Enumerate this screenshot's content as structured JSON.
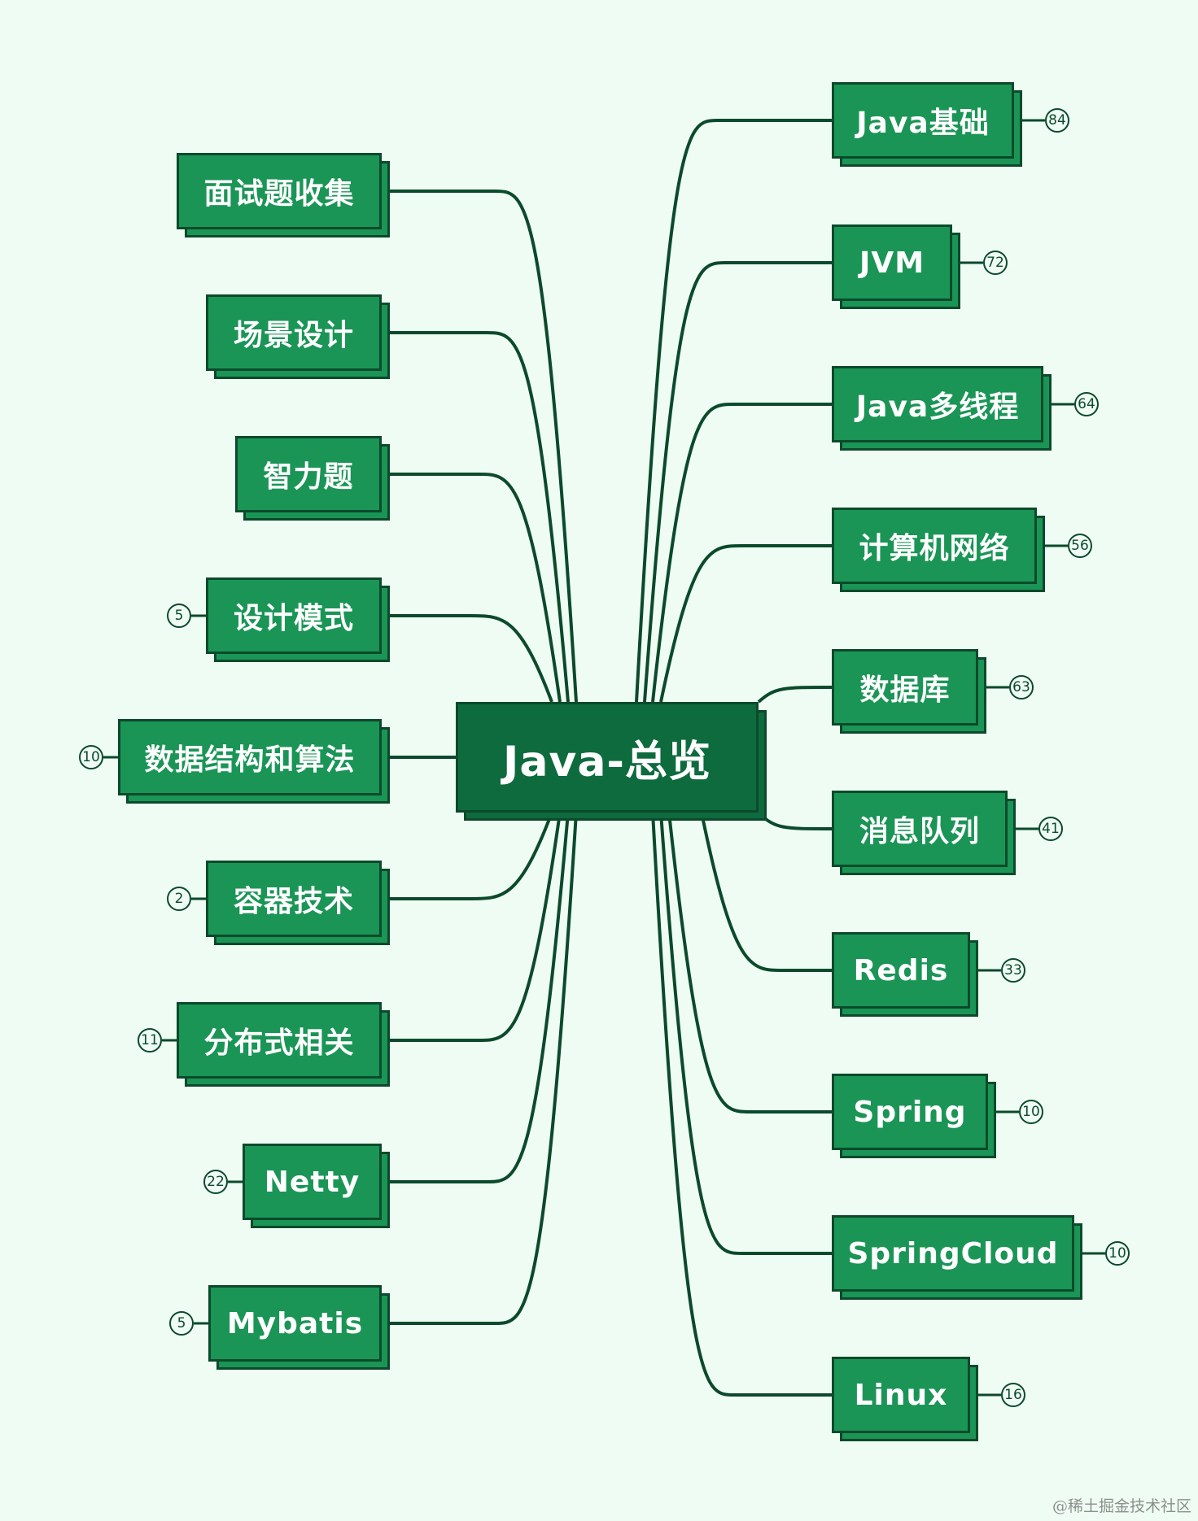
{
  "root": {
    "label": "Java-总览"
  },
  "branches": [
    {
      "id": "java-basics",
      "label": "Java基础",
      "count": "84"
    },
    {
      "id": "jvm",
      "label": "JVM",
      "count": "72"
    },
    {
      "id": "java-multithreading",
      "label": "Java多线程",
      "count": "64"
    },
    {
      "id": "computer-network",
      "label": "计算机网络",
      "count": "56"
    },
    {
      "id": "database",
      "label": "数据库",
      "count": "63"
    },
    {
      "id": "message-queue",
      "label": "消息队列",
      "count": "41"
    },
    {
      "id": "redis",
      "label": "Redis",
      "count": "33"
    },
    {
      "id": "spring",
      "label": "Spring",
      "count": "10"
    },
    {
      "id": "springcloud",
      "label": "SpringCloud",
      "count": "10"
    },
    {
      "id": "linux",
      "label": "Linux",
      "count": "16"
    },
    {
      "id": "interview-questions",
      "label": "面试题收集",
      "count": null
    },
    {
      "id": "scenario-design",
      "label": "场景设计",
      "count": null
    },
    {
      "id": "brain-teasers",
      "label": "智力题",
      "count": null
    },
    {
      "id": "design-patterns",
      "label": "设计模式",
      "count": "5"
    },
    {
      "id": "data-structures-algorithms",
      "label": "数据结构和算法",
      "count": "10"
    },
    {
      "id": "container-tech",
      "label": "容器技术",
      "count": "2"
    },
    {
      "id": "distributed",
      "label": "分布式相关",
      "count": "11"
    },
    {
      "id": "netty",
      "label": "Netty",
      "count": "22"
    },
    {
      "id": "mybatis",
      "label": "Mybatis",
      "count": "5"
    }
  ],
  "watermark": "@稀土掘金技术社区",
  "colors": {
    "background": "#effcf3",
    "node_fill": "#1a9556",
    "root_fill": "#0e6b3e",
    "stroke": "#0b4a2b",
    "text": "#ffffff"
  }
}
